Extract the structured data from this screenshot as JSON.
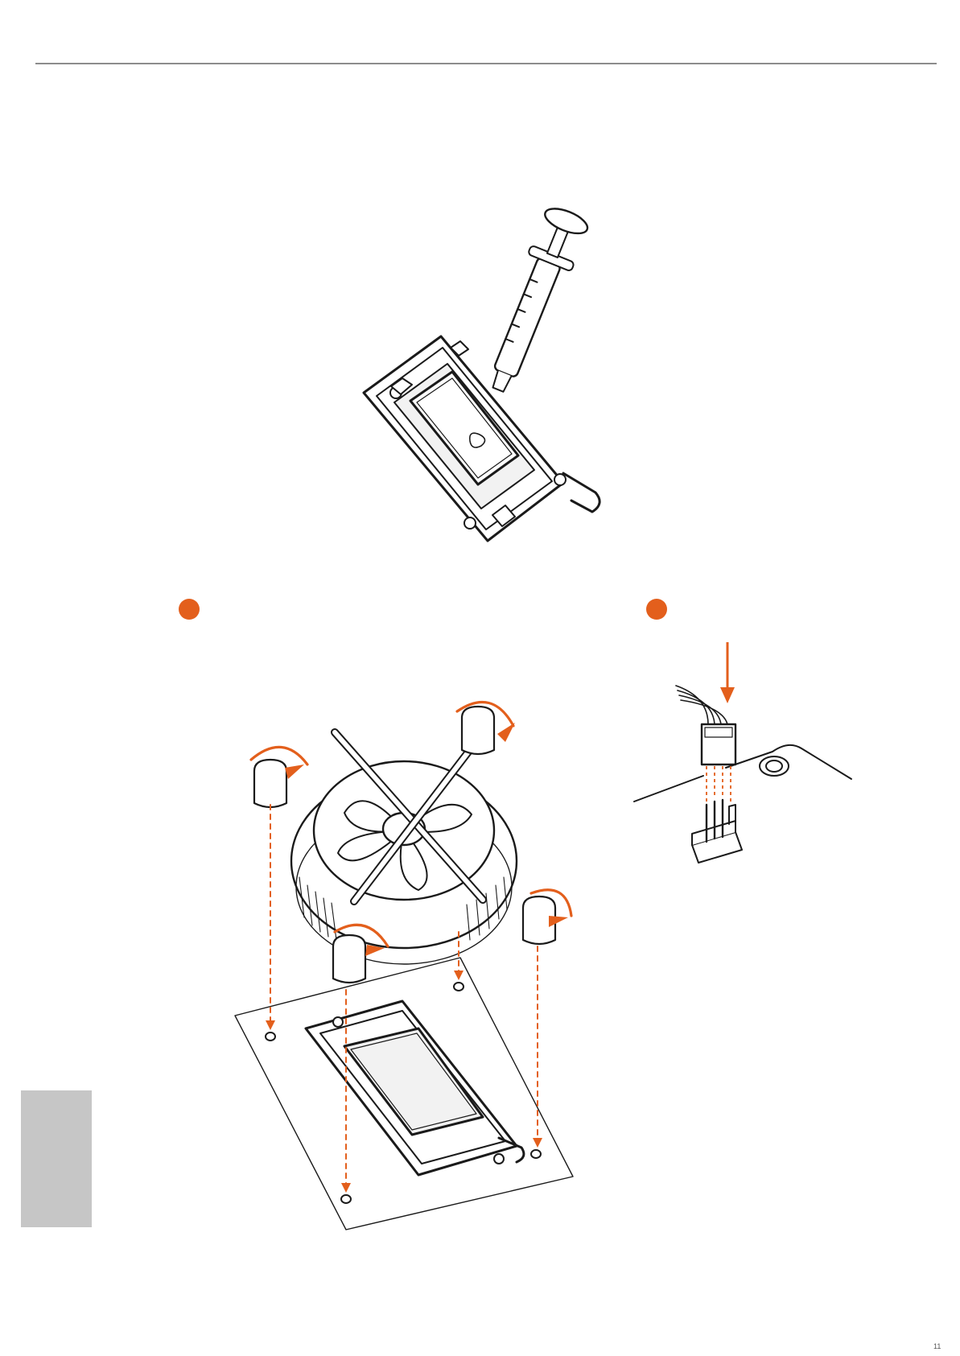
{
  "colors": {
    "accent": "#e35f1c",
    "line": "#1a1a1a",
    "rule": "#8c8c8c",
    "tab": "#c6c6c6"
  },
  "steps": [
    {
      "id": "step-1",
      "marker": "orange-circle"
    },
    {
      "id": "step-2",
      "marker": "orange-circle"
    }
  ],
  "illustrations": [
    {
      "name": "thermal-paste-on-cpu-illustration",
      "icon": "syringe-icon"
    },
    {
      "name": "cpu-cooler-installation-illustration",
      "icon": "cpu-fan-icon"
    },
    {
      "name": "fan-connector-illustration",
      "icon": "connector-icon"
    }
  ],
  "page_number": "11"
}
